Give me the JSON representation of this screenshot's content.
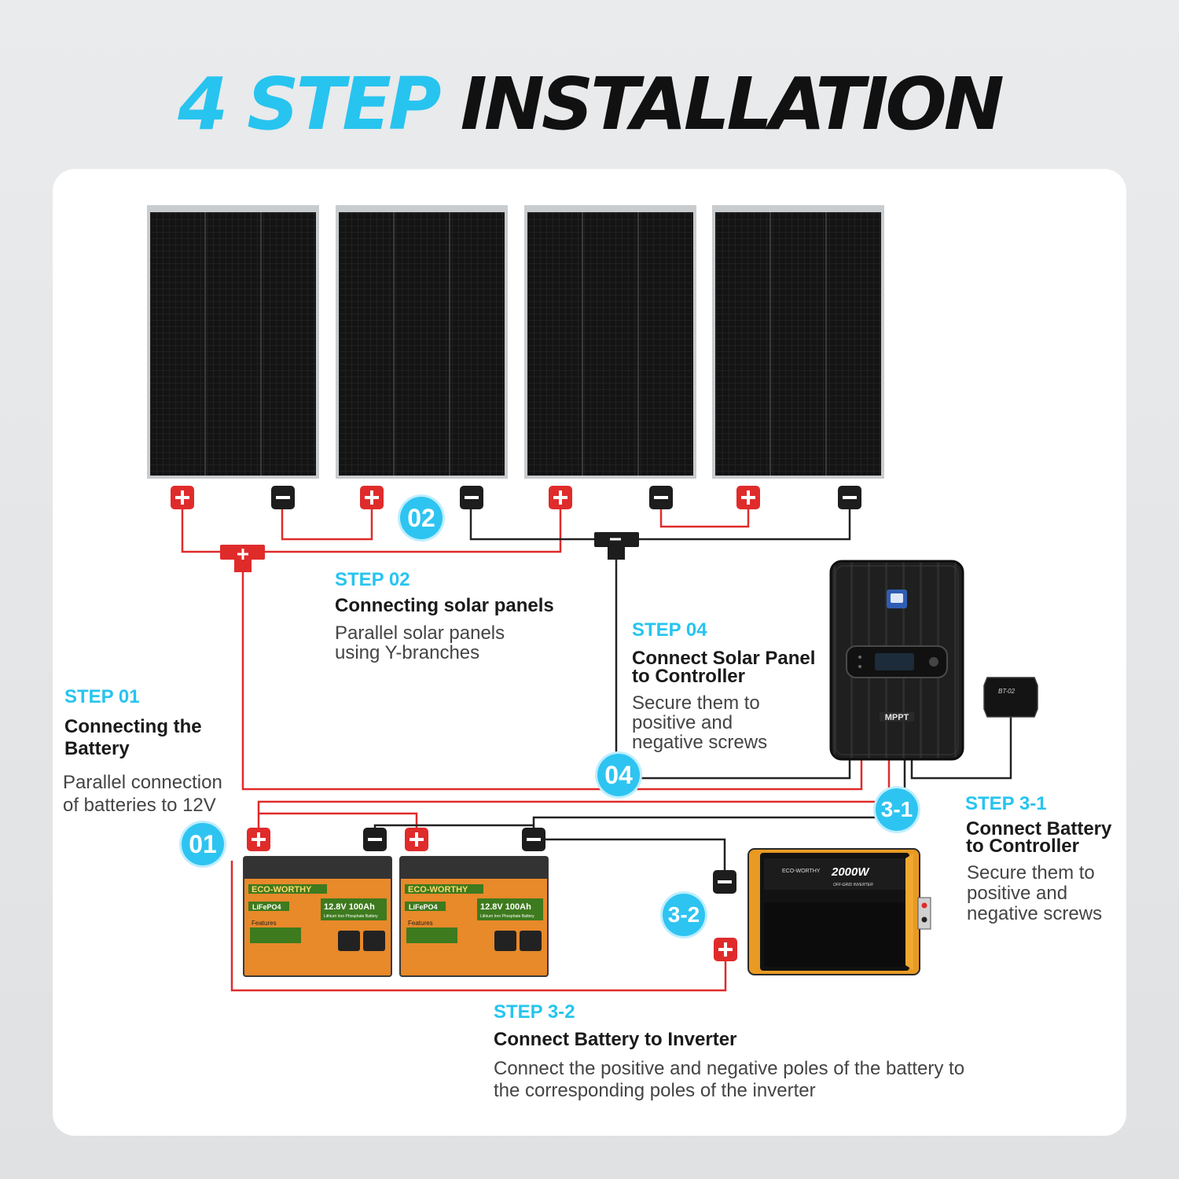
{
  "title": {
    "part1": "4 STEP",
    "part2": "INSTALLATION"
  },
  "badges": {
    "b01": "01",
    "b02": "02",
    "b04": "04",
    "b31": "3-1",
    "b32": "3-2"
  },
  "steps": {
    "s01": {
      "title": "STEP 01",
      "heading": [
        "Connecting the",
        "Battery"
      ],
      "desc": [
        "Parallel connection",
        "of batteries to 12V"
      ]
    },
    "s02": {
      "title": "STEP 02",
      "heading": [
        "Connecting solar panels"
      ],
      "desc": [
        "Parallel solar panels",
        "using Y-branches"
      ]
    },
    "s04": {
      "title": "STEP 04",
      "heading": [
        "Connect Solar Panel",
        "to Controller"
      ],
      "desc": [
        "Secure them to",
        "positive and",
        "negative screws"
      ]
    },
    "s31": {
      "title": "STEP 3-1",
      "heading": [
        "Connect Battery",
        "to Controller"
      ],
      "desc": [
        "Secure them to",
        "positive and",
        "negative screws"
      ]
    },
    "s32": {
      "title": "STEP 3-2",
      "heading": [
        "Connect Battery to Inverter"
      ],
      "desc": [
        "Connect the positive and negative poles of the battery to",
        "the corresponding poles of the inverter"
      ]
    }
  },
  "battery": {
    "brand": "ECO-WORTHY",
    "chemistry": "LiFePO4",
    "rating": "12.8V 100Ah",
    "subtitle": "Lithium Iron Phosphate Battery",
    "features_label": "Features"
  },
  "inverter": {
    "brand": "ECO-WORTHY",
    "power": "2000W",
    "type": "OFF-GRID INVERTER"
  },
  "controller": {
    "label": "MPPT"
  },
  "bt_module": {
    "label": "BT-02"
  },
  "colors": {
    "accent": "#27c4ef",
    "wire_red": "#e02b2b",
    "wire_black": "#222222",
    "battery_orange": "#e8892a",
    "battery_green": "#3e7a1e"
  }
}
